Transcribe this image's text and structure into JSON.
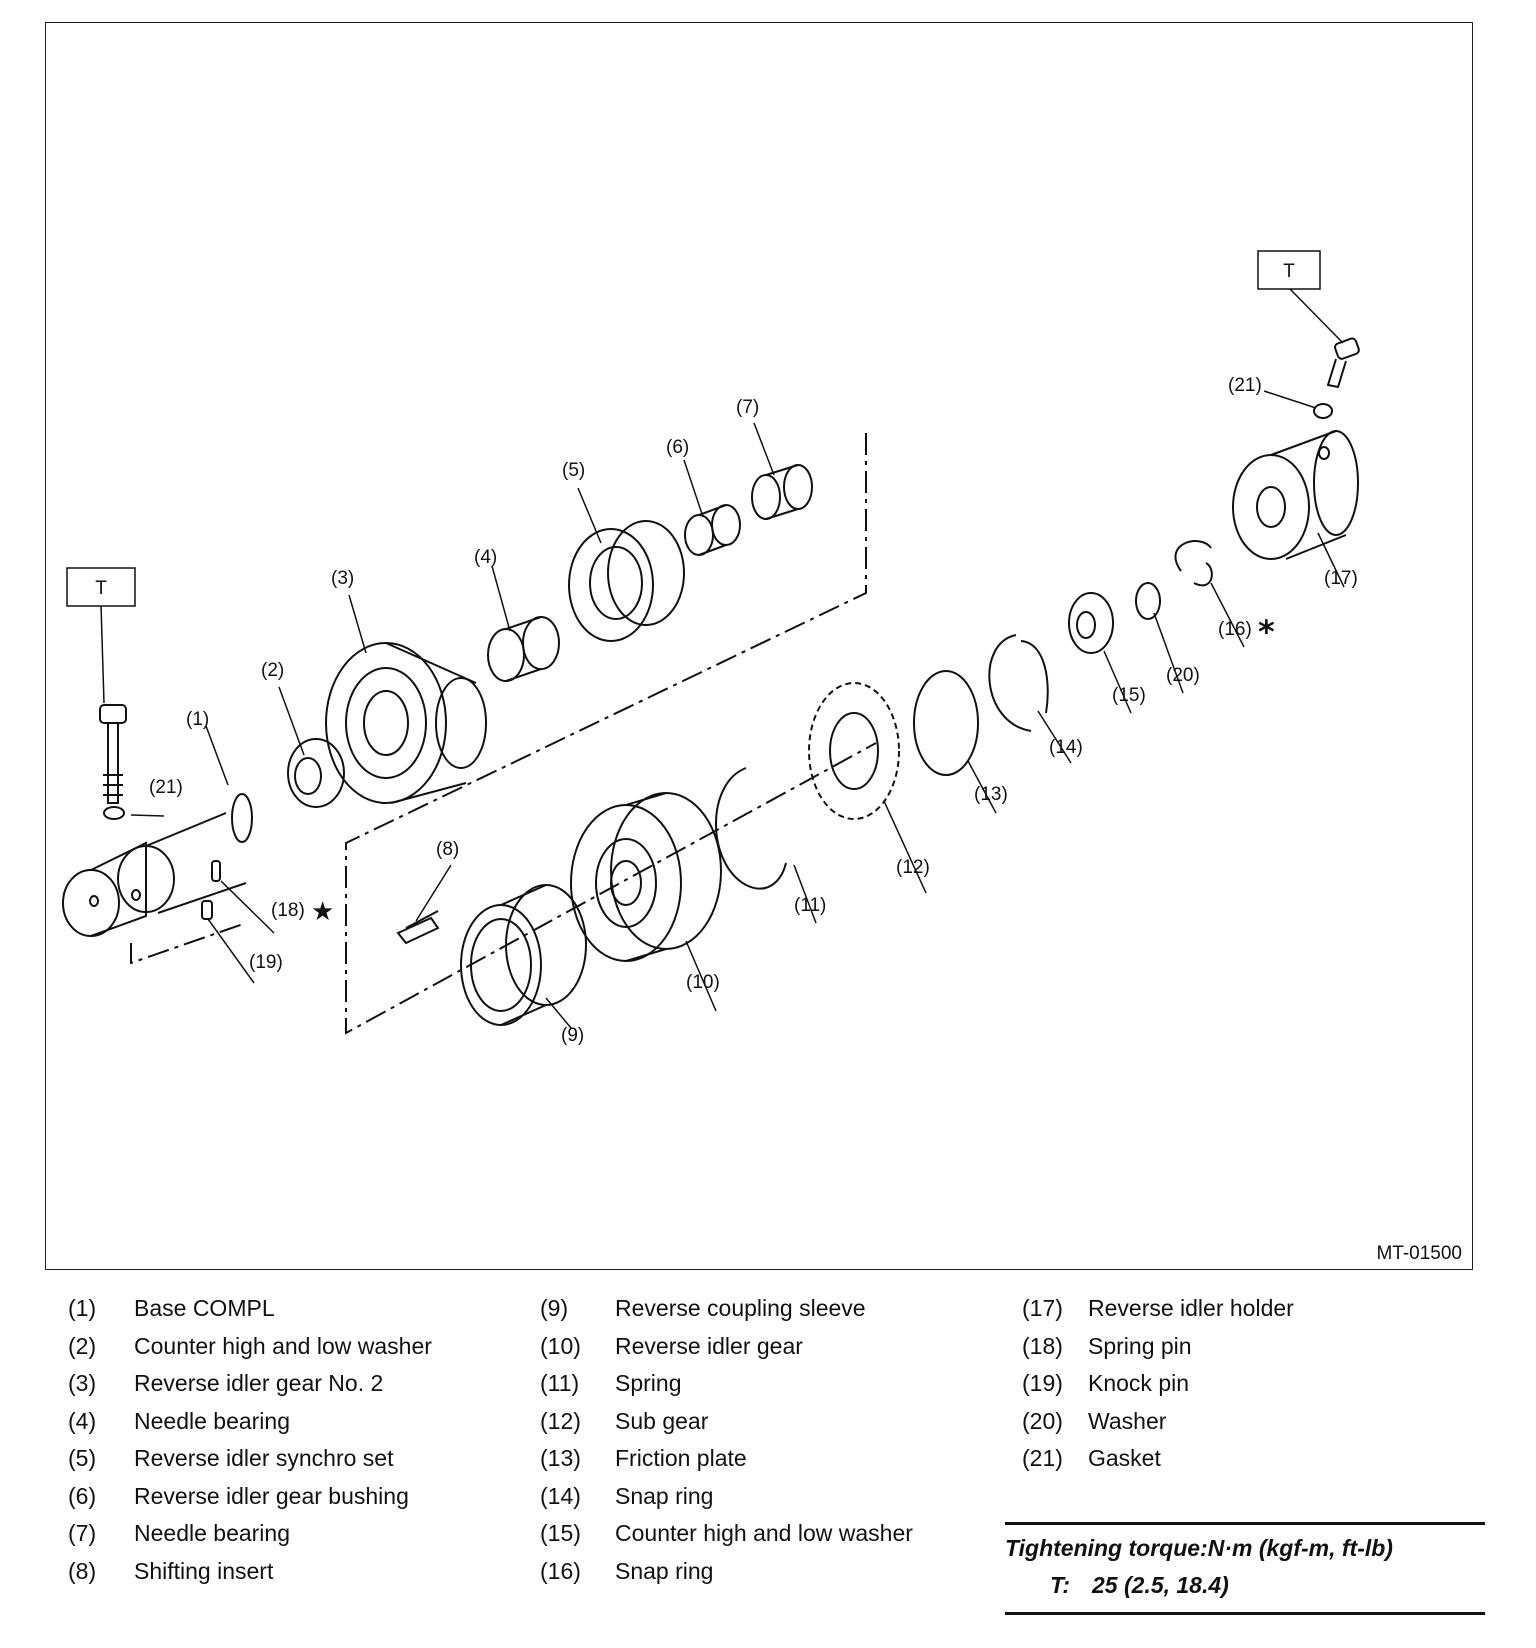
{
  "figure_id": "MT-01500",
  "torque_marker": "T",
  "callouts": [
    "(1)",
    "(2)",
    "(3)",
    "(4)",
    "(5)",
    "(6)",
    "(7)",
    "(8)",
    "(9)",
    "(10)",
    "(11)",
    "(12)",
    "(13)",
    "(14)",
    "(15)",
    "(16)",
    "(17)",
    "(18)",
    "(19)",
    "(20)",
    "(21)"
  ],
  "symbols": {
    "star": "★",
    "asterisk": "*"
  },
  "legend": {
    "col1": [
      {
        "num": "(1)",
        "label": "Base COMPL"
      },
      {
        "num": "(2)",
        "label": "Counter high and low washer"
      },
      {
        "num": "(3)",
        "label": "Reverse idler gear No. 2"
      },
      {
        "num": "(4)",
        "label": "Needle bearing"
      },
      {
        "num": "(5)",
        "label": "Reverse idler synchro set"
      },
      {
        "num": "(6)",
        "label": "Reverse idler gear bushing"
      },
      {
        "num": "(7)",
        "label": "Needle bearing"
      },
      {
        "num": "(8)",
        "label": "Shifting insert"
      }
    ],
    "col2": [
      {
        "num": "(9)",
        "label": "Reverse coupling sleeve"
      },
      {
        "num": "(10)",
        "label": "Reverse idler gear"
      },
      {
        "num": "(11)",
        "label": "Spring"
      },
      {
        "num": "(12)",
        "label": "Sub gear"
      },
      {
        "num": "(13)",
        "label": "Friction plate"
      },
      {
        "num": "(14)",
        "label": "Snap ring"
      },
      {
        "num": "(15)",
        "label": "Counter high and low washer"
      },
      {
        "num": "(16)",
        "label": "Snap ring"
      }
    ],
    "col3": [
      {
        "num": "(17)",
        "label": "Reverse idler holder"
      },
      {
        "num": "(18)",
        "label": "Spring pin"
      },
      {
        "num": "(19)",
        "label": "Knock pin"
      },
      {
        "num": "(20)",
        "label": "Washer"
      },
      {
        "num": "(21)",
        "label": "Gasket"
      }
    ]
  },
  "torque": {
    "title": "Tightening torque:N·m (kgf-m, ft-lb)",
    "key": "T:",
    "value": "25 (2.5, 18.4)"
  }
}
